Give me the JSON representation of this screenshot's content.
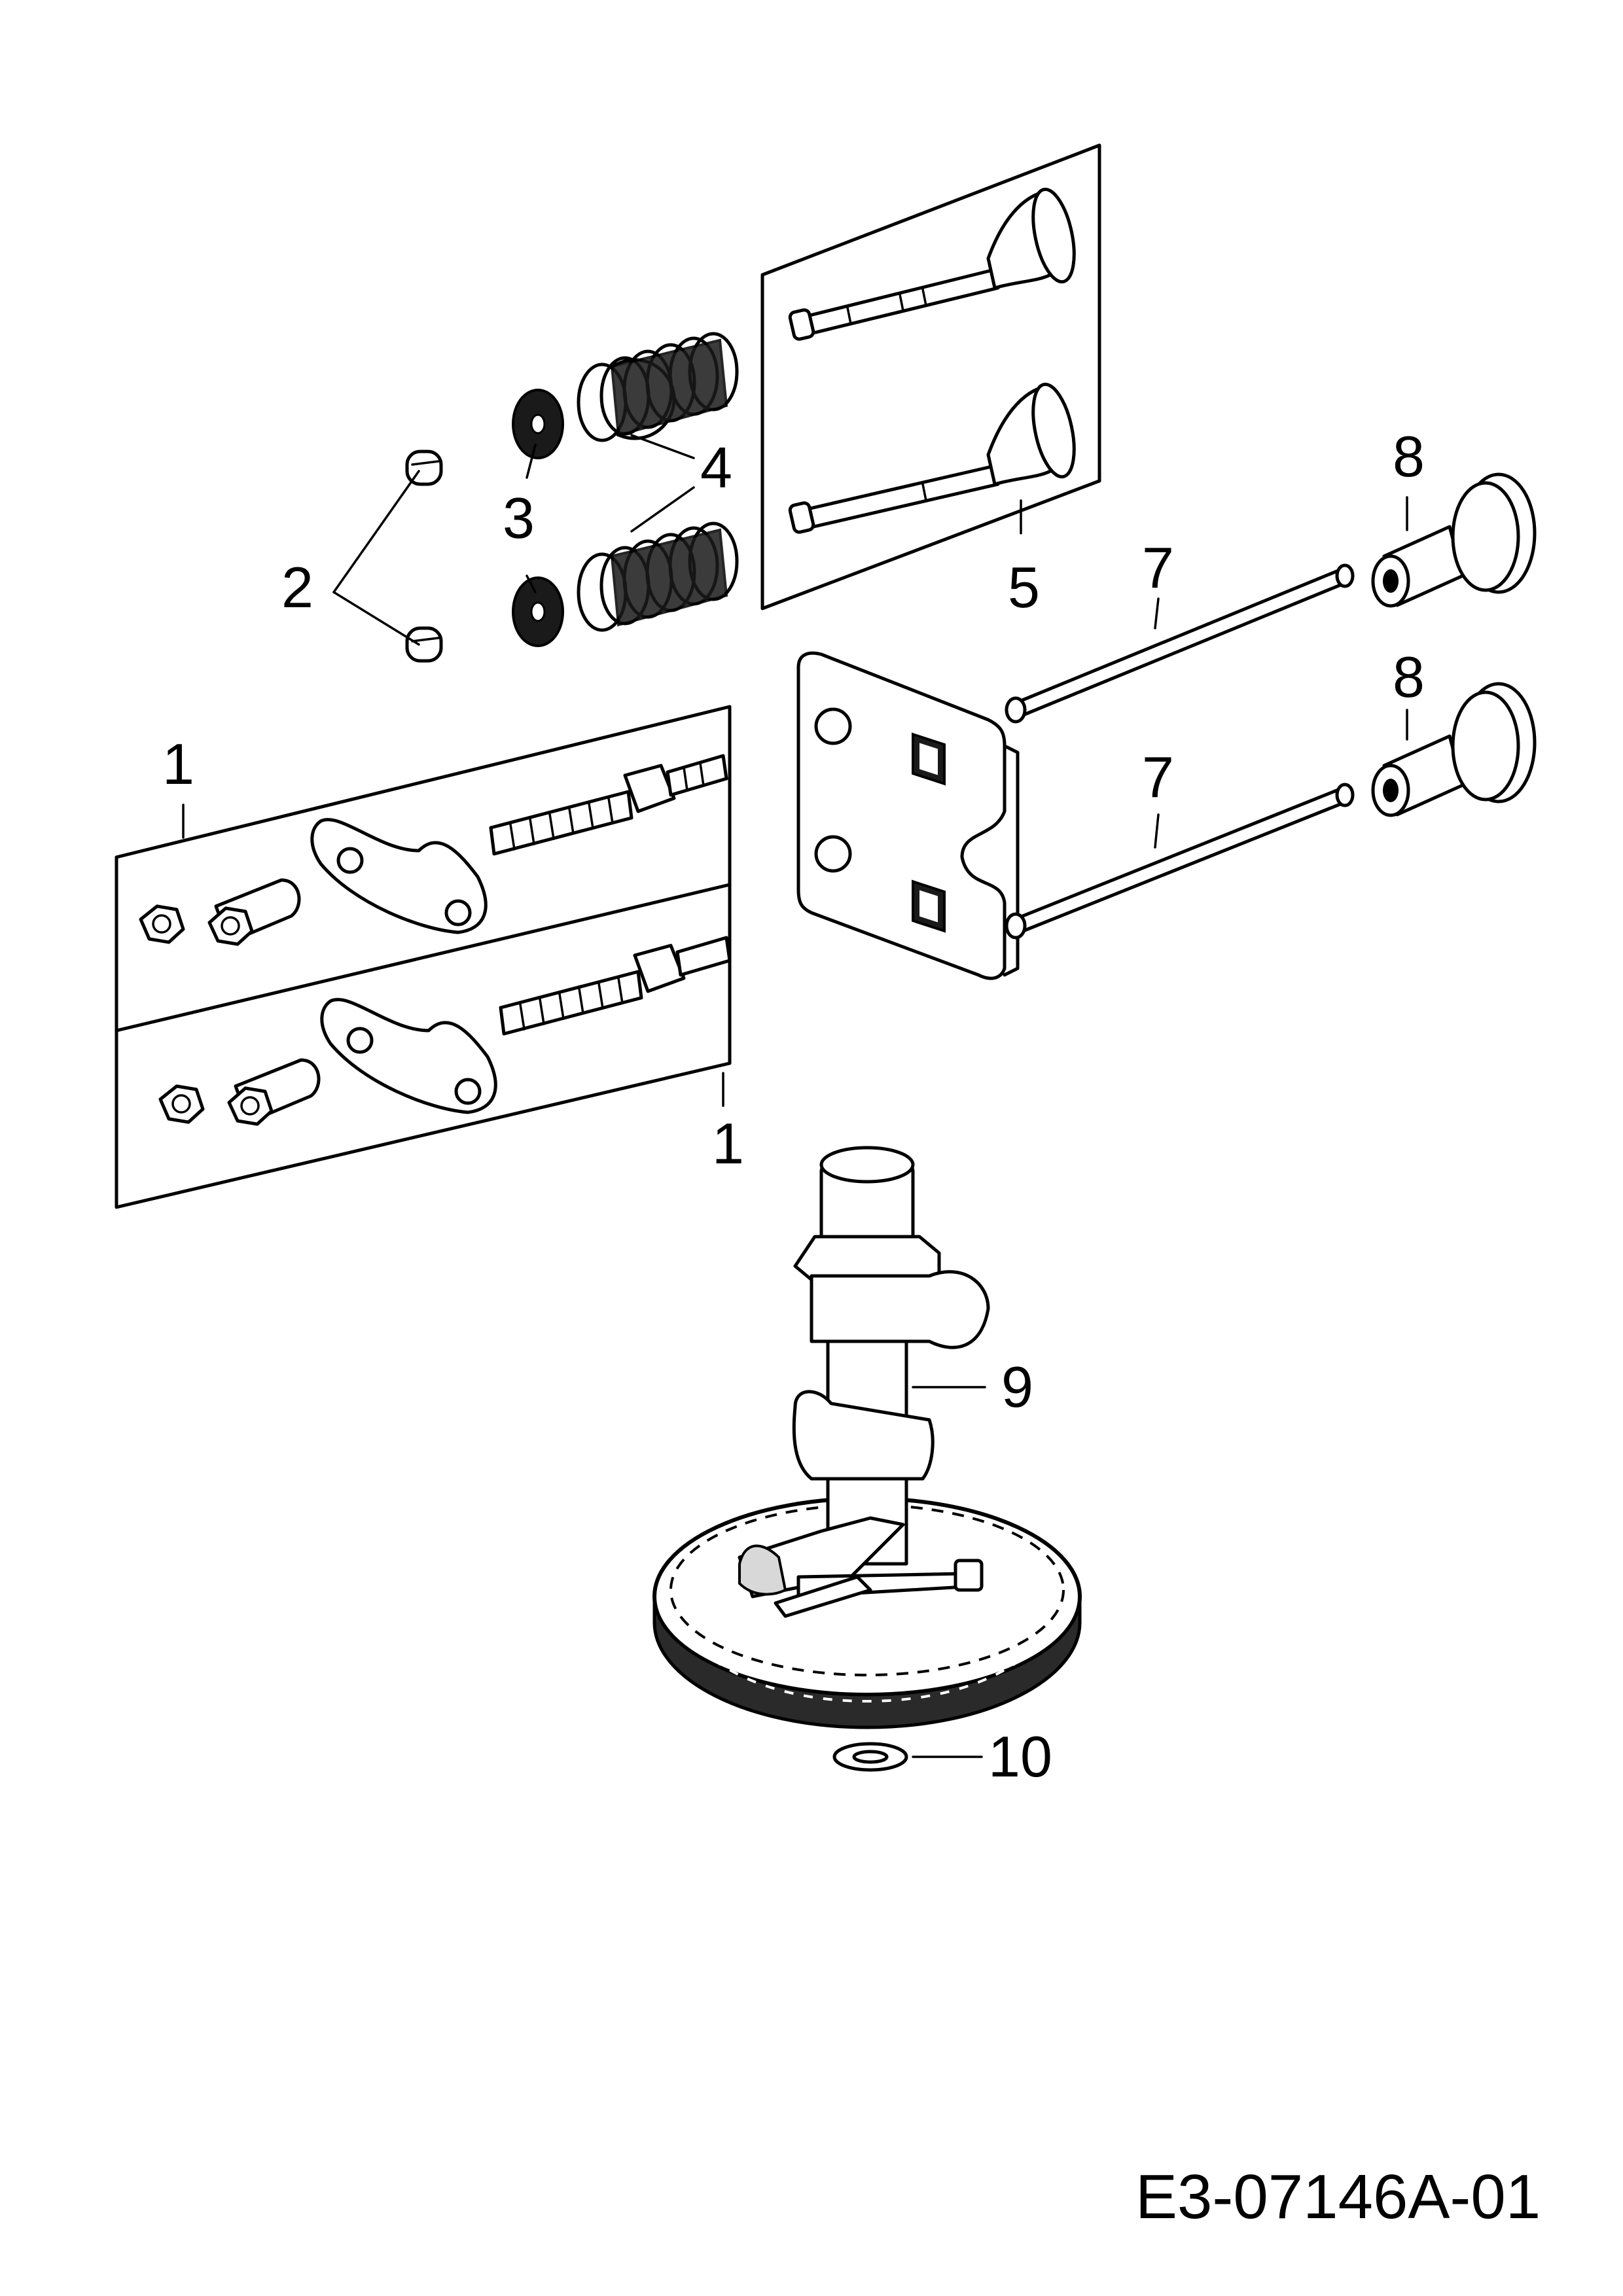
{
  "callouts": {
    "c1_top": "1",
    "c1_bottom": "1",
    "c2": "2",
    "c3": "3",
    "c4": "4",
    "c5": "5",
    "c7_top": "7",
    "c7_bottom": "7",
    "c8_top": "8",
    "c8_bottom": "8",
    "c9": "9",
    "c10": "10"
  },
  "drawing_code": "E3-07146A-01"
}
